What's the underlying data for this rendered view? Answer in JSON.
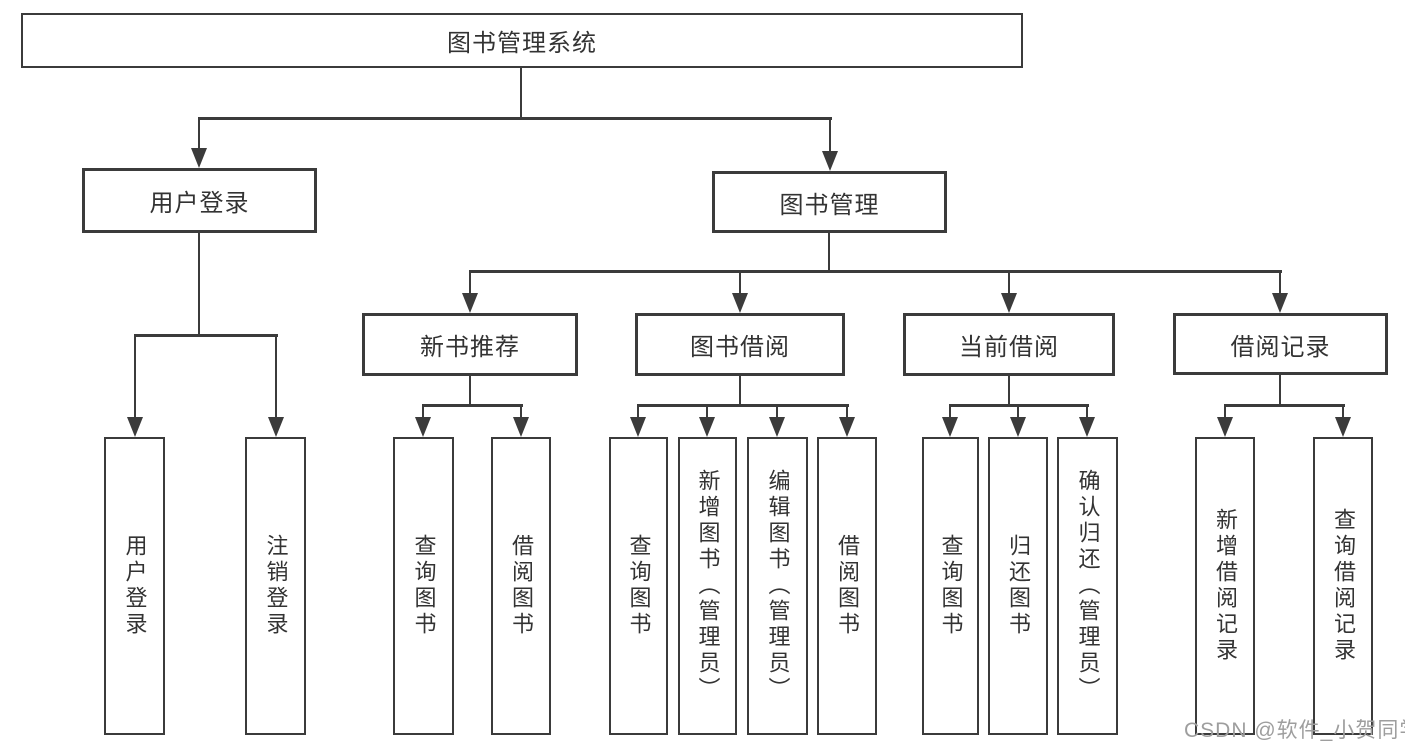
{
  "diagram": {
    "root": "图书管理系统",
    "branches": {
      "user_login": {
        "label": "用户登录",
        "children": {
          "login": "用户登录",
          "logout": "注销登录"
        }
      },
      "book_management": {
        "label": "图书管理",
        "sections": {
          "new_book_recommend": {
            "label": "新书推荐",
            "children": {
              "query_books": "查询图书",
              "borrow_books": "借阅图书"
            }
          },
          "book_borrowing": {
            "label": "图书借阅",
            "children": {
              "query_books": "查询图书",
              "add_books_admin": "新增图书（管理员）",
              "edit_books_admin": "编辑图书（管理员）",
              "borrow_books": "借阅图书"
            }
          },
          "current_borrowing": {
            "label": "当前借阅",
            "children": {
              "query_books": "查询图书",
              "return_books": "归还图书",
              "confirm_return_admin": "确认归还（管理员）"
            }
          },
          "borrowing_records": {
            "label": "借阅记录",
            "children": {
              "add_record": "新增借阅记录",
              "query_record": "查询借阅记录"
            }
          }
        }
      }
    }
  },
  "watermark": "CSDN @软件_小贺同学",
  "colors": {
    "line": "#3b3b3b",
    "text": "#333333",
    "background": "#ffffff",
    "watermark": "#9e9e9e"
  }
}
